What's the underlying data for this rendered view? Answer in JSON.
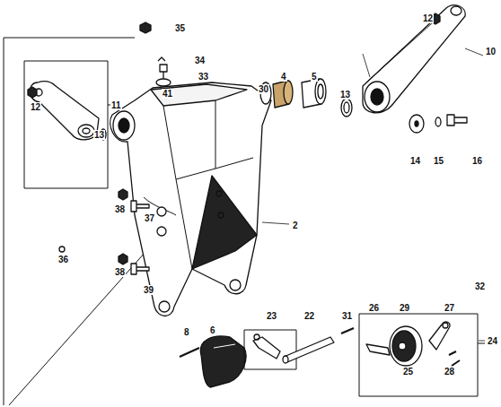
{
  "diagram": {
    "labels": [
      "35",
      "12",
      "10",
      "34",
      "33",
      "41",
      "30",
      "4",
      "5",
      "13",
      "11",
      "12",
      "13",
      "14",
      "15",
      "16",
      "2",
      "38",
      "37",
      "36",
      "38",
      "39",
      "32",
      "26",
      "29",
      "27",
      "24",
      "23",
      "22",
      "31",
      "8",
      "6",
      "25",
      "28"
    ]
  }
}
